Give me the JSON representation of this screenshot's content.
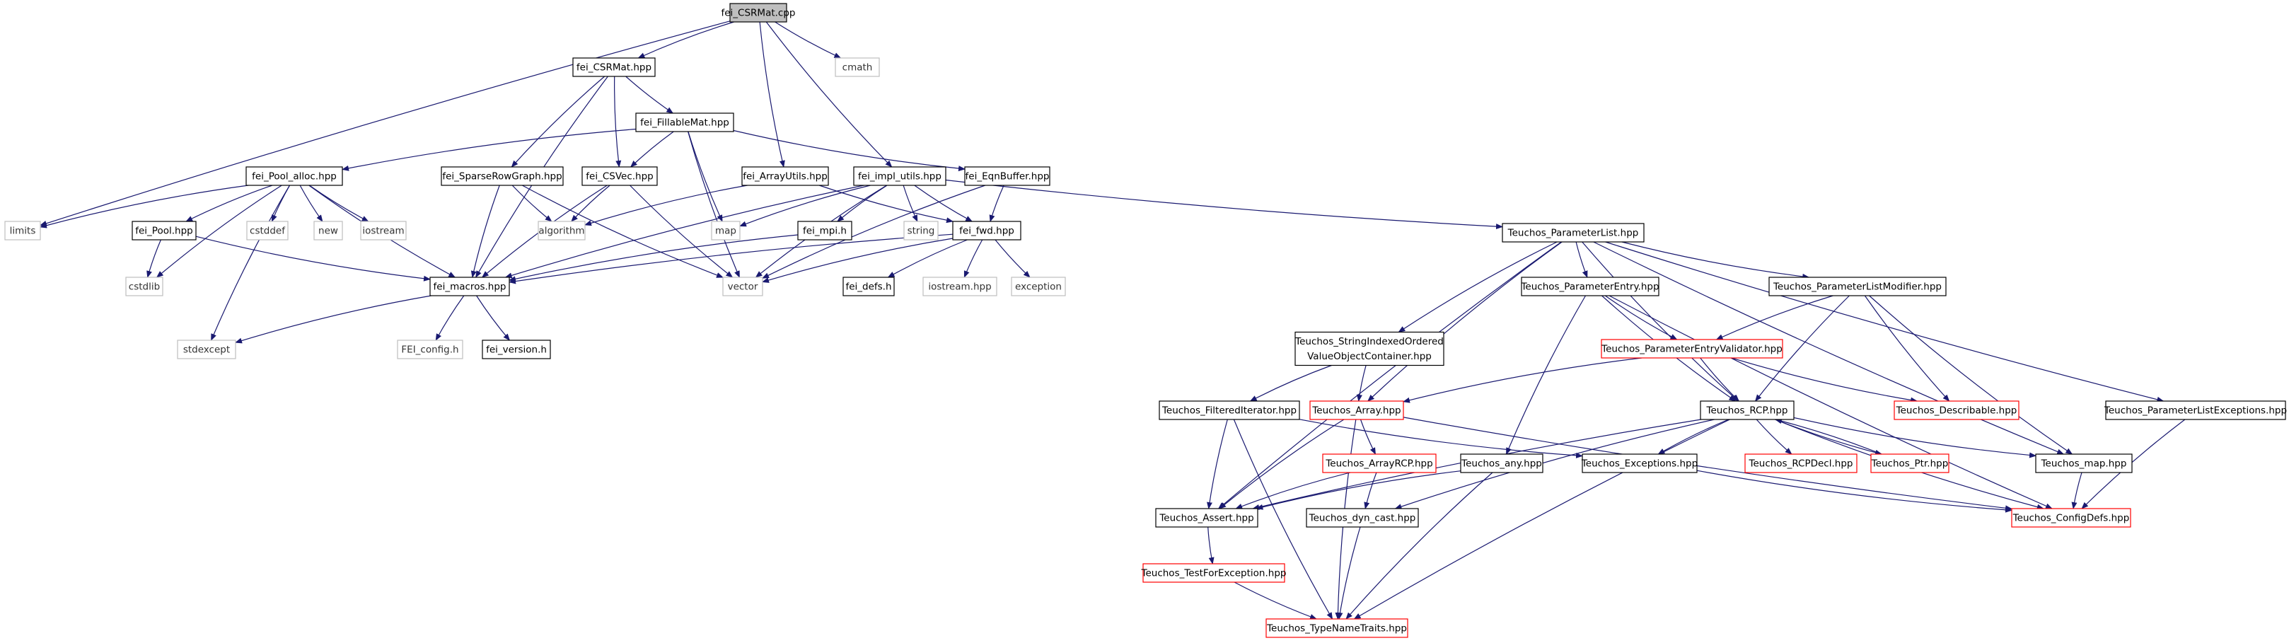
{
  "colors": {
    "edge": "#191970",
    "border_local": "#000000",
    "border_system": "#bfbfbf",
    "border_truncated": "#ff0000",
    "root_fill": "#bfbfbf",
    "background": "#ffffff"
  },
  "nodes": [
    {
      "id": "root",
      "lines": [
        "fei_CSRMat.cpp"
      ],
      "kind": "root"
    },
    {
      "id": "cmath",
      "lines": [
        "cmath"
      ],
      "kind": "system"
    },
    {
      "id": "fei_CSRMat_hpp",
      "lines": [
        "fei_CSRMat.hpp"
      ],
      "kind": "local"
    },
    {
      "id": "fei_FillableMat",
      "lines": [
        "fei_FillableMat.hpp"
      ],
      "kind": "local"
    },
    {
      "id": "fei_Pool_alloc",
      "lines": [
        "fei_Pool_alloc.hpp"
      ],
      "kind": "local"
    },
    {
      "id": "fei_SparseRowGraph",
      "lines": [
        "fei_SparseRowGraph.hpp"
      ],
      "kind": "local"
    },
    {
      "id": "fei_CSVec",
      "lines": [
        "fei_CSVec.hpp"
      ],
      "kind": "local"
    },
    {
      "id": "fei_ArrayUtils",
      "lines": [
        "fei_ArrayUtils.hpp"
      ],
      "kind": "local"
    },
    {
      "id": "fei_impl_utils",
      "lines": [
        "fei_impl_utils.hpp"
      ],
      "kind": "local"
    },
    {
      "id": "fei_EqnBuffer",
      "lines": [
        "fei_EqnBuffer.hpp"
      ],
      "kind": "local"
    },
    {
      "id": "limits",
      "lines": [
        "limits"
      ],
      "kind": "system"
    },
    {
      "id": "fei_Pool",
      "lines": [
        "fei_Pool.hpp"
      ],
      "kind": "local"
    },
    {
      "id": "cstddef",
      "lines": [
        "cstddef"
      ],
      "kind": "system"
    },
    {
      "id": "new",
      "lines": [
        "new"
      ],
      "kind": "system"
    },
    {
      "id": "iostream",
      "lines": [
        "iostream"
      ],
      "kind": "system"
    },
    {
      "id": "algorithm",
      "lines": [
        "algorithm"
      ],
      "kind": "system"
    },
    {
      "id": "map",
      "lines": [
        "map"
      ],
      "kind": "system"
    },
    {
      "id": "fei_mpi",
      "lines": [
        "fei_mpi.h"
      ],
      "kind": "local"
    },
    {
      "id": "string",
      "lines": [
        "string"
      ],
      "kind": "system"
    },
    {
      "id": "fei_fwd",
      "lines": [
        "fei_fwd.hpp"
      ],
      "kind": "local"
    },
    {
      "id": "cstdlib",
      "lines": [
        "cstdlib"
      ],
      "kind": "system"
    },
    {
      "id": "fei_macros",
      "lines": [
        "fei_macros.hpp"
      ],
      "kind": "local"
    },
    {
      "id": "vector",
      "lines": [
        "vector"
      ],
      "kind": "system"
    },
    {
      "id": "fei_defs",
      "lines": [
        "fei_defs.h"
      ],
      "kind": "local"
    },
    {
      "id": "iostream_hpp",
      "lines": [
        "iostream.hpp"
      ],
      "kind": "system"
    },
    {
      "id": "exception",
      "lines": [
        "exception"
      ],
      "kind": "system"
    },
    {
      "id": "stdexcept",
      "lines": [
        "stdexcept"
      ],
      "kind": "system"
    },
    {
      "id": "FEI_config",
      "lines": [
        "FEI_config.h"
      ],
      "kind": "system"
    },
    {
      "id": "fei_version",
      "lines": [
        "fei_version.h"
      ],
      "kind": "local"
    },
    {
      "id": "T_ParameterList",
      "lines": [
        "Teuchos_ParameterList.hpp"
      ],
      "kind": "local"
    },
    {
      "id": "T_ParameterEntry",
      "lines": [
        "Teuchos_ParameterEntry.hpp"
      ],
      "kind": "local"
    },
    {
      "id": "T_ParameterListModifier",
      "lines": [
        "Teuchos_ParameterListModifier.hpp"
      ],
      "kind": "local"
    },
    {
      "id": "T_StringIndexed",
      "lines": [
        "Teuchos_StringIndexedOrdered",
        "ValueObjectContainer.hpp"
      ],
      "kind": "local"
    },
    {
      "id": "T_ParameterEntryValidator",
      "lines": [
        "Teuchos_ParameterEntryValidator.hpp"
      ],
      "kind": "truncated"
    },
    {
      "id": "T_Describable",
      "lines": [
        "Teuchos_Describable.hpp"
      ],
      "kind": "truncated"
    },
    {
      "id": "T_FilteredIterator",
      "lines": [
        "Teuchos_FilteredIterator.hpp"
      ],
      "kind": "local"
    },
    {
      "id": "T_Array",
      "lines": [
        "Teuchos_Array.hpp"
      ],
      "kind": "truncated"
    },
    {
      "id": "T_RCP",
      "lines": [
        "Teuchos_RCP.hpp"
      ],
      "kind": "local"
    },
    {
      "id": "T_ParameterListExceptions",
      "lines": [
        "Teuchos_ParameterListExceptions.hpp"
      ],
      "kind": "local"
    },
    {
      "id": "T_ArrayRCP",
      "lines": [
        "Teuchos_ArrayRCP.hpp"
      ],
      "kind": "truncated"
    },
    {
      "id": "T_any",
      "lines": [
        "Teuchos_any.hpp"
      ],
      "kind": "local"
    },
    {
      "id": "T_Exceptions",
      "lines": [
        "Teuchos_Exceptions.hpp"
      ],
      "kind": "local"
    },
    {
      "id": "T_RCPDecl",
      "lines": [
        "Teuchos_RCPDecl.hpp"
      ],
      "kind": "truncated"
    },
    {
      "id": "T_Ptr",
      "lines": [
        "Teuchos_Ptr.hpp"
      ],
      "kind": "truncated"
    },
    {
      "id": "T_map",
      "lines": [
        "Teuchos_map.hpp"
      ],
      "kind": "local"
    },
    {
      "id": "T_Assert",
      "lines": [
        "Teuchos_Assert.hpp"
      ],
      "kind": "local"
    },
    {
      "id": "T_dyn_cast",
      "lines": [
        "Teuchos_dyn_cast.hpp"
      ],
      "kind": "local"
    },
    {
      "id": "T_ConfigDefs",
      "lines": [
        "Teuchos_ConfigDefs.hpp"
      ],
      "kind": "truncated"
    },
    {
      "id": "T_TestForException",
      "lines": [
        "Teuchos_TestForException.hpp"
      ],
      "kind": "truncated"
    },
    {
      "id": "T_TypeNameTraits",
      "lines": [
        "Teuchos_TypeNameTraits.hpp"
      ],
      "kind": "truncated"
    }
  ],
  "edges": [
    [
      "root",
      "fei_CSRMat_hpp"
    ],
    [
      "root",
      "cmath"
    ],
    [
      "root",
      "limits"
    ],
    [
      "root",
      "fei_ArrayUtils"
    ],
    [
      "root",
      "fei_impl_utils"
    ],
    [
      "fei_CSRMat_hpp",
      "fei_FillableMat"
    ],
    [
      "fei_CSRMat_hpp",
      "fei_SparseRowGraph"
    ],
    [
      "fei_CSRMat_hpp",
      "fei_CSVec"
    ],
    [
      "fei_CSRMat_hpp",
      "fei_macros"
    ],
    [
      "fei_FillableMat",
      "fei_Pool_alloc"
    ],
    [
      "fei_FillableMat",
      "fei_CSVec"
    ],
    [
      "fei_FillableMat",
      "map"
    ],
    [
      "fei_FillableMat",
      "vector"
    ],
    [
      "fei_FillableMat",
      "fei_EqnBuffer"
    ],
    [
      "fei_Pool_alloc",
      "limits"
    ],
    [
      "fei_Pool_alloc",
      "fei_Pool"
    ],
    [
      "fei_Pool_alloc",
      "cstddef"
    ],
    [
      "fei_Pool_alloc",
      "new"
    ],
    [
      "fei_Pool_alloc",
      "iostream"
    ],
    [
      "fei_Pool_alloc",
      "fei_macros"
    ],
    [
      "fei_Pool_alloc",
      "cstdlib"
    ],
    [
      "fei_Pool_alloc",
      "stdexcept"
    ],
    [
      "fei_Pool",
      "cstdlib"
    ],
    [
      "fei_Pool",
      "fei_macros"
    ],
    [
      "fei_SparseRowGraph",
      "fei_macros"
    ],
    [
      "fei_SparseRowGraph",
      "vector"
    ],
    [
      "fei_SparseRowGraph",
      "algorithm"
    ],
    [
      "fei_CSVec",
      "algorithm"
    ],
    [
      "fei_CSVec",
      "vector"
    ],
    [
      "fei_CSVec",
      "fei_macros"
    ],
    [
      "fei_ArrayUtils",
      "algorithm"
    ],
    [
      "fei_ArrayUtils",
      "fei_fwd"
    ],
    [
      "fei_impl_utils",
      "map"
    ],
    [
      "fei_impl_utils",
      "string"
    ],
    [
      "fei_impl_utils",
      "fei_mpi"
    ],
    [
      "fei_impl_utils",
      "fei_fwd"
    ],
    [
      "fei_impl_utils",
      "vector"
    ],
    [
      "fei_impl_utils",
      "fei_macros"
    ],
    [
      "fei_impl_utils",
      "T_ParameterList"
    ],
    [
      "fei_EqnBuffer",
      "fei_fwd"
    ],
    [
      "fei_EqnBuffer",
      "vector"
    ],
    [
      "fei_mpi",
      "fei_macros"
    ],
    [
      "fei_fwd",
      "fei_macros"
    ],
    [
      "fei_fwd",
      "vector"
    ],
    [
      "fei_fwd",
      "fei_defs"
    ],
    [
      "fei_fwd",
      "iostream_hpp"
    ],
    [
      "fei_fwd",
      "exception"
    ],
    [
      "fei_macros",
      "stdexcept"
    ],
    [
      "fei_macros",
      "FEI_config"
    ],
    [
      "fei_macros",
      "fei_version"
    ],
    [
      "T_ParameterList",
      "T_ParameterEntry"
    ],
    [
      "T_ParameterList",
      "T_ParameterListModifier"
    ],
    [
      "T_ParameterList",
      "T_StringIndexed"
    ],
    [
      "T_ParameterList",
      "T_Array"
    ],
    [
      "T_ParameterList",
      "T_RCP"
    ],
    [
      "T_ParameterList",
      "T_ParameterListExceptions"
    ],
    [
      "T_ParameterList",
      "T_Assert"
    ],
    [
      "T_ParameterList",
      "T_map"
    ],
    [
      "T_ParameterEntry",
      "T_ParameterEntryValidator"
    ],
    [
      "T_ParameterEntry",
      "T_RCP"
    ],
    [
      "T_ParameterEntry",
      "T_any"
    ],
    [
      "T_ParameterEntry",
      "T_ConfigDefs"
    ],
    [
      "T_ParameterListModifier",
      "T_ParameterEntryValidator"
    ],
    [
      "T_ParameterListModifier",
      "T_RCP"
    ],
    [
      "T_ParameterListModifier",
      "T_Describable"
    ],
    [
      "T_ParameterListModifier",
      "T_map"
    ],
    [
      "T_StringIndexed",
      "T_FilteredIterator"
    ],
    [
      "T_StringIndexed",
      "T_Array"
    ],
    [
      "T_ParameterEntryValidator",
      "T_RCP"
    ],
    [
      "T_ParameterEntryValidator",
      "T_Array"
    ],
    [
      "T_ParameterEntryValidator",
      "T_Describable"
    ],
    [
      "T_FilteredIterator",
      "T_Assert"
    ],
    [
      "T_FilteredIterator",
      "T_Exceptions"
    ],
    [
      "T_FilteredIterator",
      "T_TypeNameTraits"
    ],
    [
      "T_Array",
      "T_ArrayRCP"
    ],
    [
      "T_Array",
      "T_Assert"
    ],
    [
      "T_Array",
      "T_ConfigDefs"
    ],
    [
      "T_Array",
      "T_TypeNameTraits"
    ],
    [
      "T_RCP",
      "T_Exceptions"
    ],
    [
      "T_RCP",
      "T_RCPDecl"
    ],
    [
      "T_RCP",
      "T_Ptr"
    ],
    [
      "T_RCP",
      "T_map"
    ],
    [
      "T_RCP",
      "T_Assert"
    ],
    [
      "T_RCP",
      "T_dyn_cast"
    ],
    [
      "T_RCP",
      "T_ConfigDefs"
    ],
    [
      "T_RCP",
      "T_TypeNameTraits"
    ],
    [
      "T_Ptr",
      "T_RCP"
    ],
    [
      "T_ParameterListExceptions",
      "T_ConfigDefs"
    ],
    [
      "T_ArrayRCP",
      "T_Assert"
    ],
    [
      "T_ArrayRCP",
      "T_dyn_cast"
    ],
    [
      "T_any",
      "T_Assert"
    ],
    [
      "T_any",
      "T_TypeNameTraits"
    ],
    [
      "T_Exceptions",
      "T_ConfigDefs"
    ],
    [
      "T_map",
      "T_ConfigDefs"
    ],
    [
      "T_Assert",
      "T_TestForException"
    ],
    [
      "T_dyn_cast",
      "T_TypeNameTraits"
    ],
    [
      "T_TestForException",
      "T_TypeNameTraits"
    ]
  ]
}
